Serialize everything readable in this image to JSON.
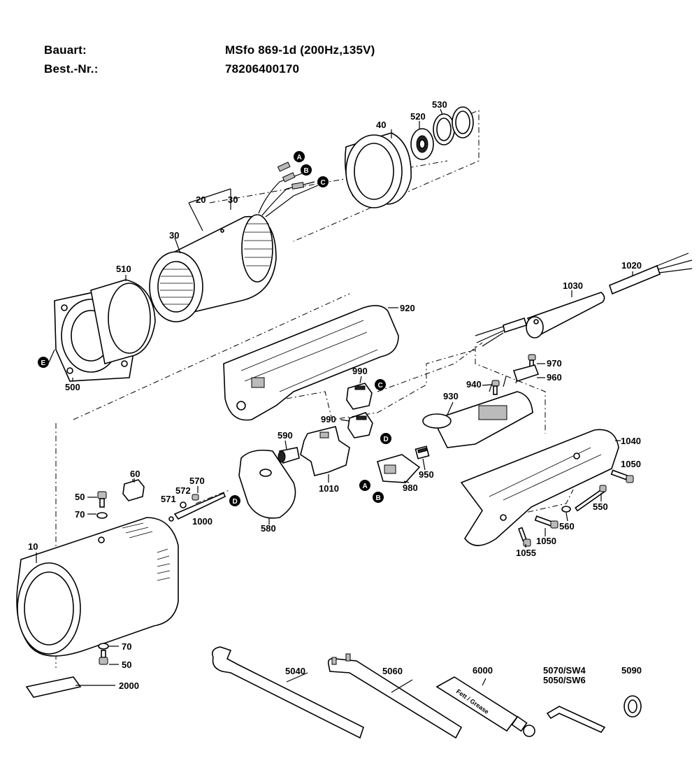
{
  "header": {
    "bauart_label": "Bauart:",
    "bauart_value": "MSfo 869-1d (200Hz,135V)",
    "bestnr_label": "Best.-Nr.:",
    "bestnr_value": "78206400170"
  },
  "parts": {
    "p10": "10",
    "p20": "20",
    "p30a": "30",
    "p30b": "30",
    "p40": "40",
    "p50a": "50",
    "p50b": "50",
    "p60": "60",
    "p70a": "70",
    "p70b": "70",
    "p500": "500",
    "p510": "510",
    "p520": "520",
    "p530": "530",
    "p550": "550",
    "p560": "560",
    "p570": "570",
    "p571": "571",
    "p572": "572",
    "p580": "580",
    "p590": "590",
    "p920": "920",
    "p930": "930",
    "p940": "940",
    "p950": "950",
    "p960": "960",
    "p970": "970",
    "p980": "980",
    "p990a": "990",
    "p990b": "990",
    "p1000": "1000",
    "p1010": "1010",
    "p1020": "1020",
    "p1030": "1030",
    "p1040": "1040",
    "p1050a": "1050",
    "p1050b": "1050",
    "p1055": "1055",
    "p2000": "2000",
    "p5040": "5040",
    "p5060": "5060",
    "p6000": "6000",
    "p5070": "5070/SW4",
    "p5050": "5050/SW6",
    "p5090": "5090"
  },
  "markers": {
    "a1": "A",
    "b1": "B",
    "c1": "C",
    "c2": "C",
    "d1": "D",
    "d2": "D",
    "a2": "A",
    "b2": "B",
    "e1": "E"
  },
  "tube_text": "Fett / Grease"
}
